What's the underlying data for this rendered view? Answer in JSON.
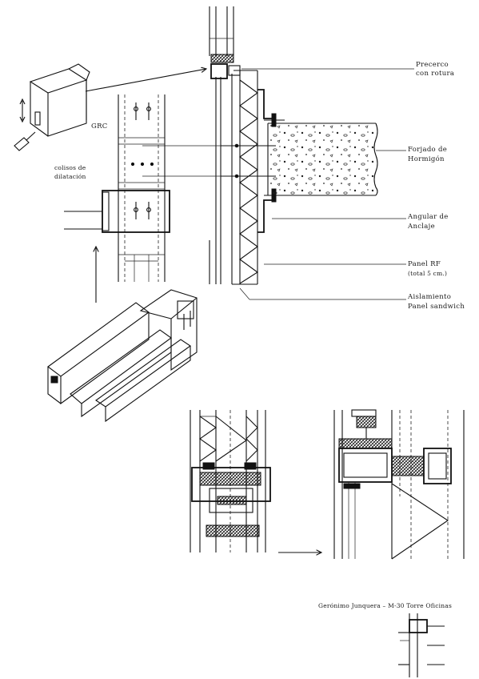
{
  "labels": {
    "precerco": "Precerco",
    "con_rotura": "con rotura",
    "grc": "GRC",
    "forjado": "Forjado de",
    "hormigon": "Hormigón",
    "colisos": "colisos de dilatación",
    "angular": "Angular de",
    "anclaje": "Anclaje",
    "panel_rf": "Panel RF",
    "panel_total": "(total 5 cm.)",
    "aislamiento": "Aislamiento",
    "panel_sandwich": "Panel sandwich"
  },
  "credit": "Gerónimo Junquera – M-30 Torre Oficinas"
}
